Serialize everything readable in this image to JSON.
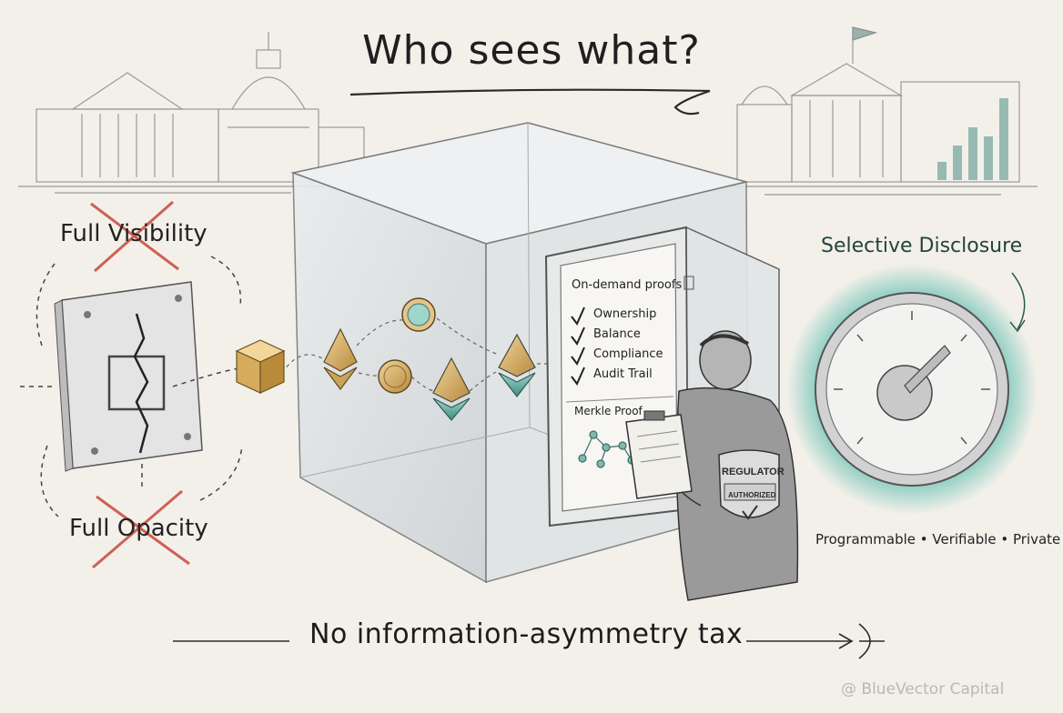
{
  "title": "Who sees what?",
  "left": {
    "full_visibility": "Full Visibility",
    "full_opacity": "Full Opacity"
  },
  "panel": {
    "heading": "On-demand proofs",
    "items": [
      "Ownership",
      "Balance",
      "Compliance",
      "Audit Trail"
    ],
    "merkle": "Merkle Proof"
  },
  "regulator": {
    "badge_title": "REGULATOR",
    "badge_sub": "AUTHORIZED"
  },
  "right": {
    "heading": "Selective Disclosure",
    "tagline": "Programmable • Verifiable • Private"
  },
  "bottom": {
    "tagline": "No information-asymmetry tax"
  },
  "watermark": "@ BlueVector Capital",
  "colors": {
    "paper": "#f3f0ea",
    "ink": "#2a2a2a",
    "teal": "#4fb8a8",
    "gold": "#d9b46a",
    "cross_red": "#c9483c"
  },
  "icons": [
    "building-icon",
    "switch-icon",
    "cube-icon",
    "ethereum-icon",
    "coin-icon",
    "dial-icon",
    "checkmark-icon",
    "clipboard-icon",
    "shield-badge-icon",
    "arrow-icon"
  ]
}
